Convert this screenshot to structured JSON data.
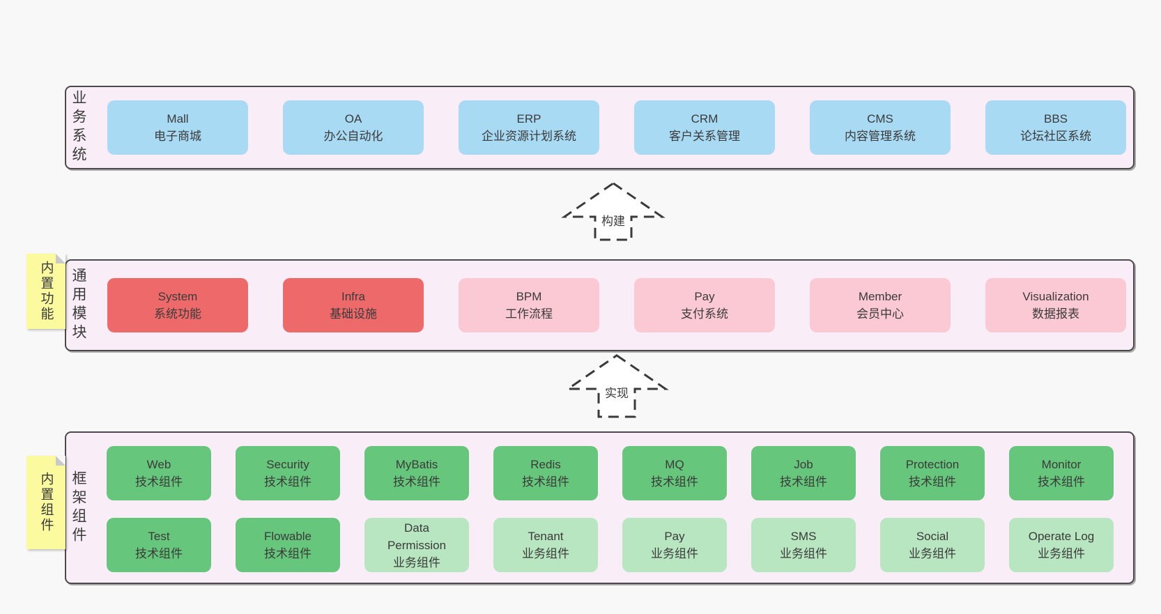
{
  "colors": {
    "page-bg": "#f8f8f8",
    "panel-bg": "#f9eef7",
    "panel-border": "#4a4a4a",
    "text": "#3a3a3a",
    "blue": "#a8daf3",
    "red": "#ee6a6a",
    "pink": "#fbc9d3",
    "green": "#66c67b",
    "light-green": "#b8e6c1",
    "yellow": "#fbfa9e",
    "fold-gray": "#c9c9c9",
    "arrow-fill": "#ffffff",
    "arrow-stroke": "#3a3a3a"
  },
  "sections": [
    {
      "id": "business-systems",
      "title": "业务系统",
      "boxes": [
        {
          "name": "Mall",
          "desc": "电子商城",
          "type": "blue"
        },
        {
          "name": "OA",
          "desc": "办公自动化",
          "type": "blue"
        },
        {
          "name": "ERP",
          "desc": "企业资源计划系统",
          "type": "blue"
        },
        {
          "name": "CRM",
          "desc": "客户关系管理",
          "type": "blue"
        },
        {
          "name": "CMS",
          "desc": "内容管理系统",
          "type": "blue"
        },
        {
          "name": "BBS",
          "desc": "论坛社区系统",
          "type": "blue"
        }
      ]
    },
    {
      "id": "common-modules",
      "title": "通用模块",
      "sticky": "内置功能",
      "boxes": [
        {
          "name": "System",
          "desc": "系统功能",
          "type": "red"
        },
        {
          "name": "Infra",
          "desc": "基础设施",
          "type": "red"
        },
        {
          "name": "BPM",
          "desc": "工作流程",
          "type": "pink"
        },
        {
          "name": "Pay",
          "desc": "支付系统",
          "type": "pink"
        },
        {
          "name": "Member",
          "desc": "会员中心",
          "type": "pink"
        },
        {
          "name": "Visualization",
          "desc": "数据报表",
          "type": "pink"
        }
      ]
    },
    {
      "id": "framework-components",
      "title": "框架组件",
      "sticky": "内置组件",
      "rows": [
        [
          {
            "name": "Web",
            "desc": "技术组件",
            "type": "green"
          },
          {
            "name": "Security",
            "desc": "技术组件",
            "type": "green"
          },
          {
            "name": "MyBatis",
            "desc": "技术组件",
            "type": "green"
          },
          {
            "name": "Redis",
            "desc": "技术组件",
            "type": "green"
          },
          {
            "name": "MQ",
            "desc": "技术组件",
            "type": "green"
          },
          {
            "name": "Job",
            "desc": "技术组件",
            "type": "green"
          },
          {
            "name": "Protection",
            "desc": "技术组件",
            "type": "green"
          },
          {
            "name": "Monitor",
            "desc": "技术组件",
            "type": "green"
          }
        ],
        [
          {
            "name": "Test",
            "desc": "技术组件",
            "type": "green"
          },
          {
            "name": "Flowable",
            "desc": "技术组件",
            "type": "green"
          },
          {
            "name": "Data Permission",
            "desc": "业务组件",
            "type": "light-green"
          },
          {
            "name": "Tenant",
            "desc": "业务组件",
            "type": "light-green"
          },
          {
            "name": "Pay",
            "desc": "业务组件",
            "type": "light-green"
          },
          {
            "name": "SMS",
            "desc": "业务组件",
            "type": "light-green"
          },
          {
            "name": "Social",
            "desc": "业务组件",
            "type": "light-green"
          },
          {
            "name": "Operate Log",
            "desc": "业务组件",
            "type": "light-green"
          }
        ]
      ]
    }
  ],
  "arrows": [
    {
      "label": "构建"
    },
    {
      "label": "实现"
    }
  ]
}
